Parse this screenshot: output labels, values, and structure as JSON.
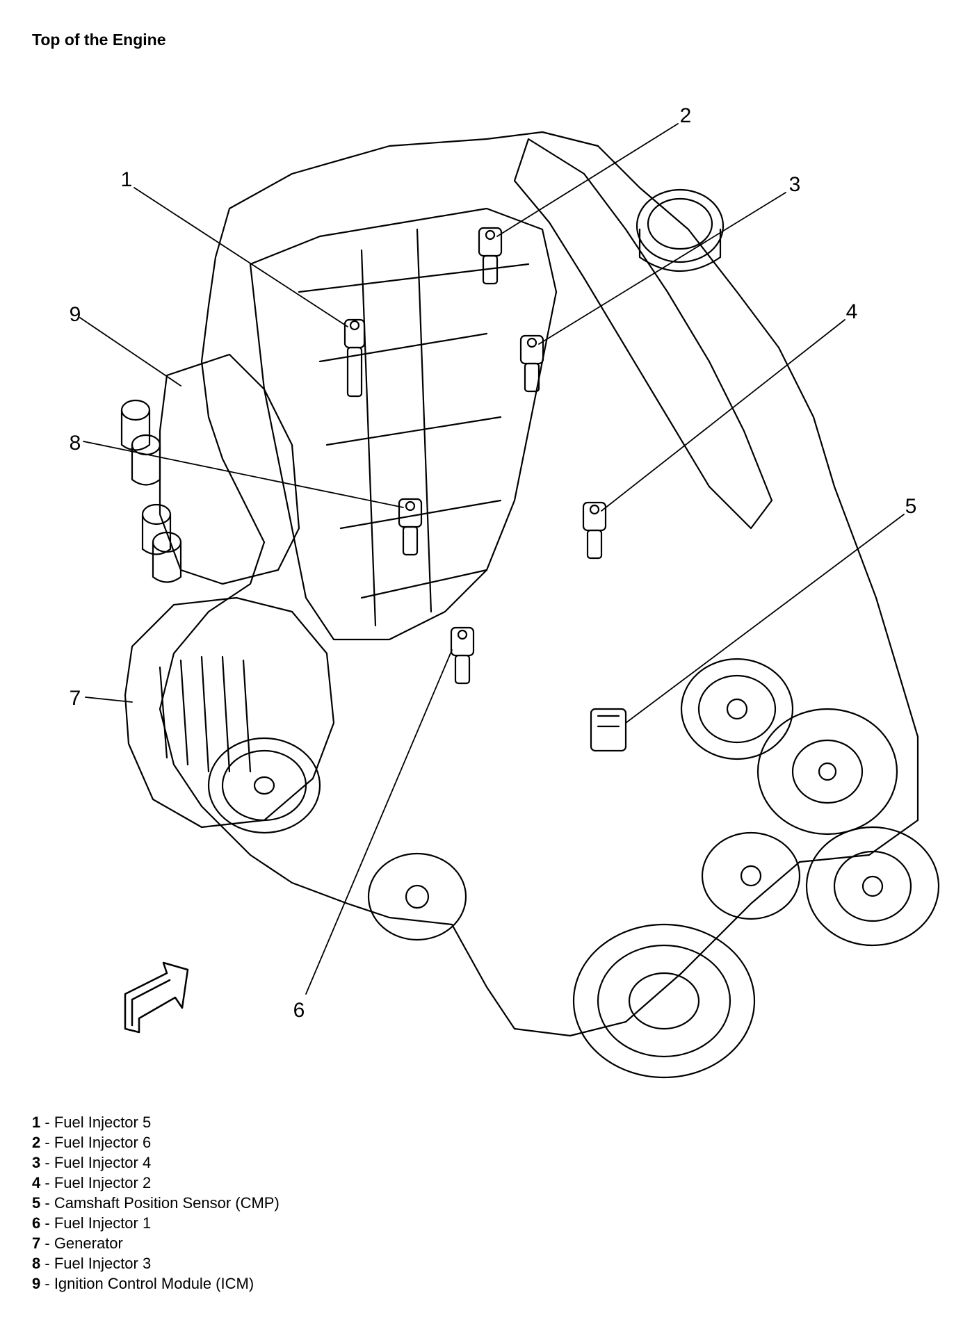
{
  "title": "Top of the Engine",
  "callouts": [
    {
      "number": "1",
      "label": "Fuel Injector 5"
    },
    {
      "number": "2",
      "label": "Fuel Injector 6"
    },
    {
      "number": "3",
      "label": "Fuel Injector 4"
    },
    {
      "number": "4",
      "label": "Fuel Injector 2"
    },
    {
      "number": "5",
      "label": "Camshaft Position Sensor (CMP)"
    },
    {
      "number": "6",
      "label": "Fuel Injector 1"
    },
    {
      "number": "7",
      "label": "Generator"
    },
    {
      "number": "8",
      "label": "Fuel Injector 3"
    },
    {
      "number": "9",
      "label": "Ignition Control Module (ICM)"
    }
  ],
  "separator": " - "
}
